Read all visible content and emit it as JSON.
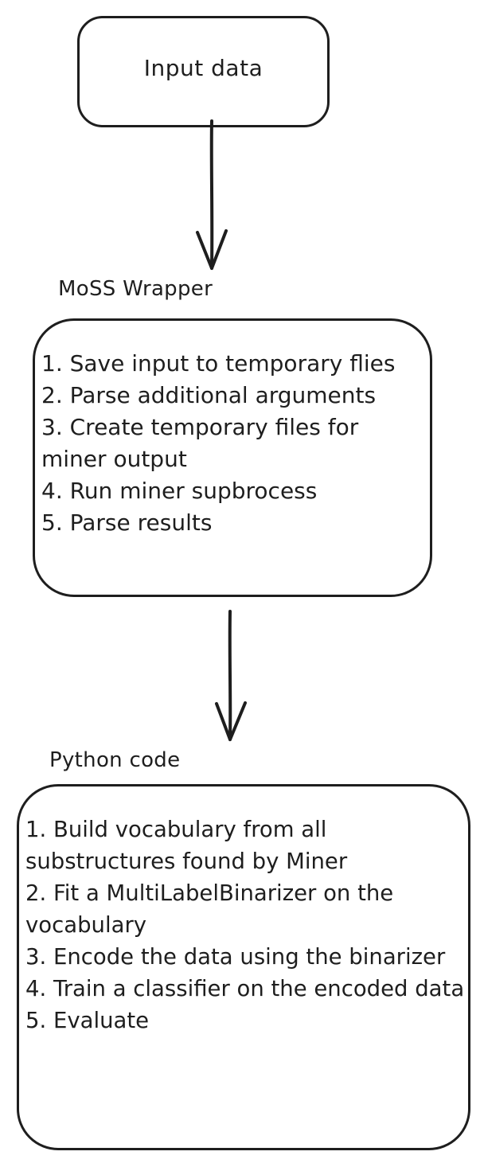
{
  "input_node": {
    "title": "Input data"
  },
  "moss_section": {
    "label": "MoSS Wrapper",
    "steps": [
      "1. Save input to temporary flies",
      "2. Parse additional arguments",
      "3. Create temporary files for miner output",
      "4. Run miner supbrocess",
      "5. Parse results"
    ]
  },
  "python_section": {
    "label": "Python code",
    "steps": [
      "1. Build vocabulary from all substructures found by Miner",
      "2. Fit a MultiLabelBinarizer on the vocabulary",
      "3. Encode the data using the binarizer",
      "4. Train a classifier on the encoded data",
      "5. Evaluate"
    ]
  },
  "colors": {
    "stroke": "#1e1e1e",
    "background": "#ffffff"
  }
}
